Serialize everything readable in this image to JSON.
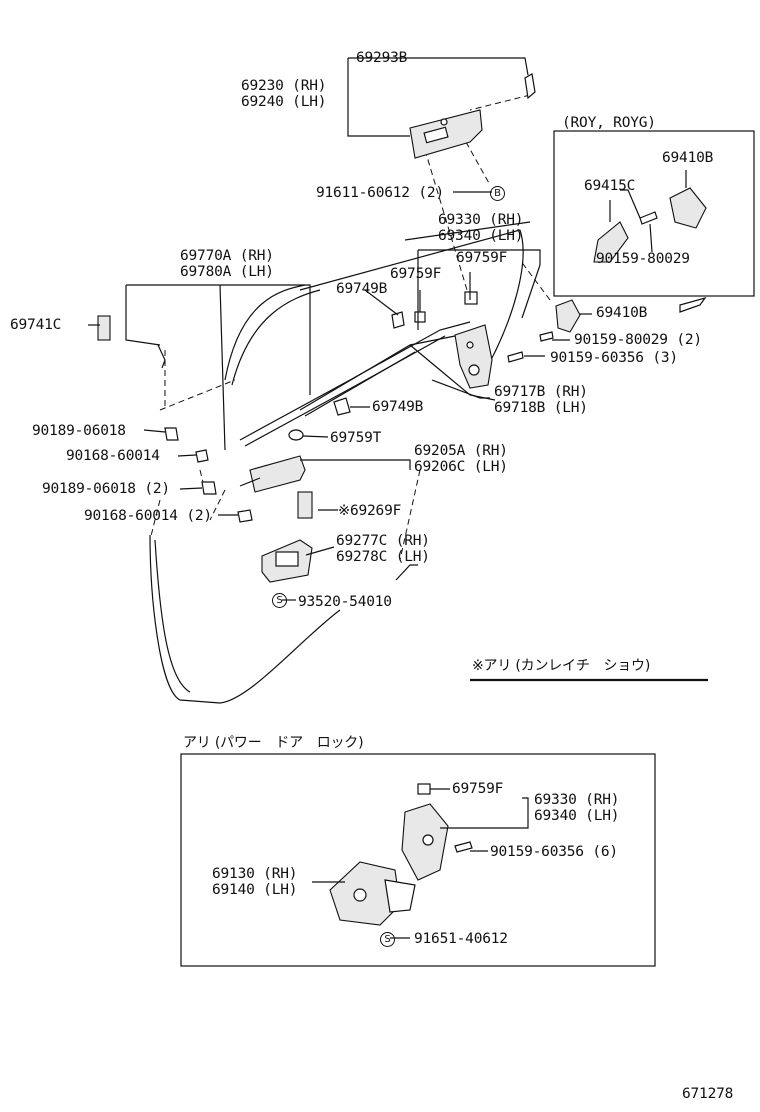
{
  "labels": {
    "p69293B": "69293B",
    "p69230": "69230 (RH)",
    "p69240": "69240 (LH)",
    "pROY": "(ROY, ROYG)",
    "p69410B_a": "69410B",
    "p69415C": "69415C",
    "p90159_80029_a": "90159-80029",
    "p91611": "91611-60612 (2)",
    "p69330_a": "69330 (RH)",
    "p69340_a": "69340 (LH)",
    "p69770A": "69770A (RH)",
    "p69780A": "69780A (LH)",
    "p69759F_a": "69759F",
    "p69759F_b": "69759F",
    "p69749B_a": "69749B",
    "p69741C": "69741C",
    "p69410B_b": "69410B",
    "p90159_80029_b": "90159-80029 (2)",
    "p90159_60356_a": "90159-60356 (3)",
    "p69717B": "69717B (RH)",
    "p69718B": "69718B (LH)",
    "p69749B_b": "69749B",
    "p90189_a": "90189-06018",
    "p69759T": "69759T",
    "p90168_a": "90168-60014",
    "p69205A": "69205A (RH)",
    "p69206C": "69206C (LH)",
    "p90189_b": "90189-06018 (2)",
    "p90168_b": "90168-60014 (2)",
    "p69269F": "※69269F",
    "p69277C": "69277C (RH)",
    "p69278C": "69278C (LH)",
    "p93520": "93520-54010",
    "note1": "※アリ (カンレイチ　ショウ)",
    "note2": "アリ (パワー　ドア　ロック)",
    "p69759F_c": "69759F",
    "p69330_b": "69330 (RH)",
    "p69340_b": "69340 (LH)",
    "p90159_60356_b": "90159-60356 (6)",
    "p69130": "69130 (RH)",
    "p69140": "69140 (LH)",
    "p91651": "91651-40612",
    "code": "671278",
    "markB": "B",
    "markS1": "S",
    "markS2": "S"
  }
}
